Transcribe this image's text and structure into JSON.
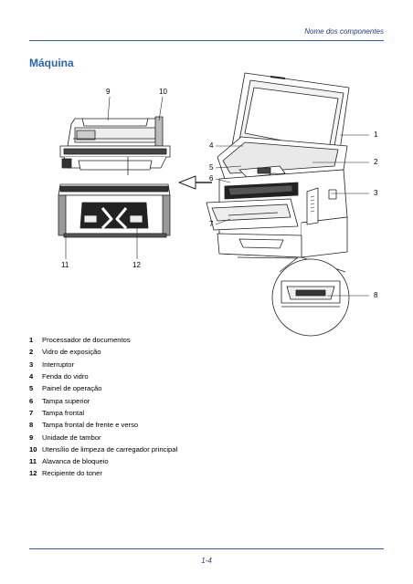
{
  "header": {
    "text": "Nome dos componentes"
  },
  "section_title": "Máquina",
  "callouts": {
    "c1": "1",
    "c2": "2",
    "c3": "3",
    "c4": "4",
    "c5": "5",
    "c6": "6",
    "c7": "7",
    "c8": "8",
    "c9": "9",
    "c10": "10",
    "c11": "11",
    "c12": "12"
  },
  "legend": [
    {
      "num": "1",
      "label": "Processador de documentos"
    },
    {
      "num": "2",
      "label": "Vidro de exposição"
    },
    {
      "num": "3",
      "label": "Interruptor"
    },
    {
      "num": "4",
      "label": "Fenda do vidro"
    },
    {
      "num": "5",
      "label": "Painel de operação"
    },
    {
      "num": "6",
      "label": "Tampa superior"
    },
    {
      "num": "7",
      "label": "Tampa frontal"
    },
    {
      "num": "8",
      "label": "Tampa frontal de frente e verso"
    },
    {
      "num": "9",
      "label": "Unidade de tambor"
    },
    {
      "num": "10",
      "label": "Utensílio de limpeza de carregador principal"
    },
    {
      "num": "11",
      "label": "Alavanca de bloqueio"
    },
    {
      "num": "12",
      "label": "Recipiente do toner"
    }
  ],
  "footer": {
    "page_number": "1-4"
  },
  "colors": {
    "accent": "#2a63b8",
    "rule": "#2a5fb0"
  }
}
